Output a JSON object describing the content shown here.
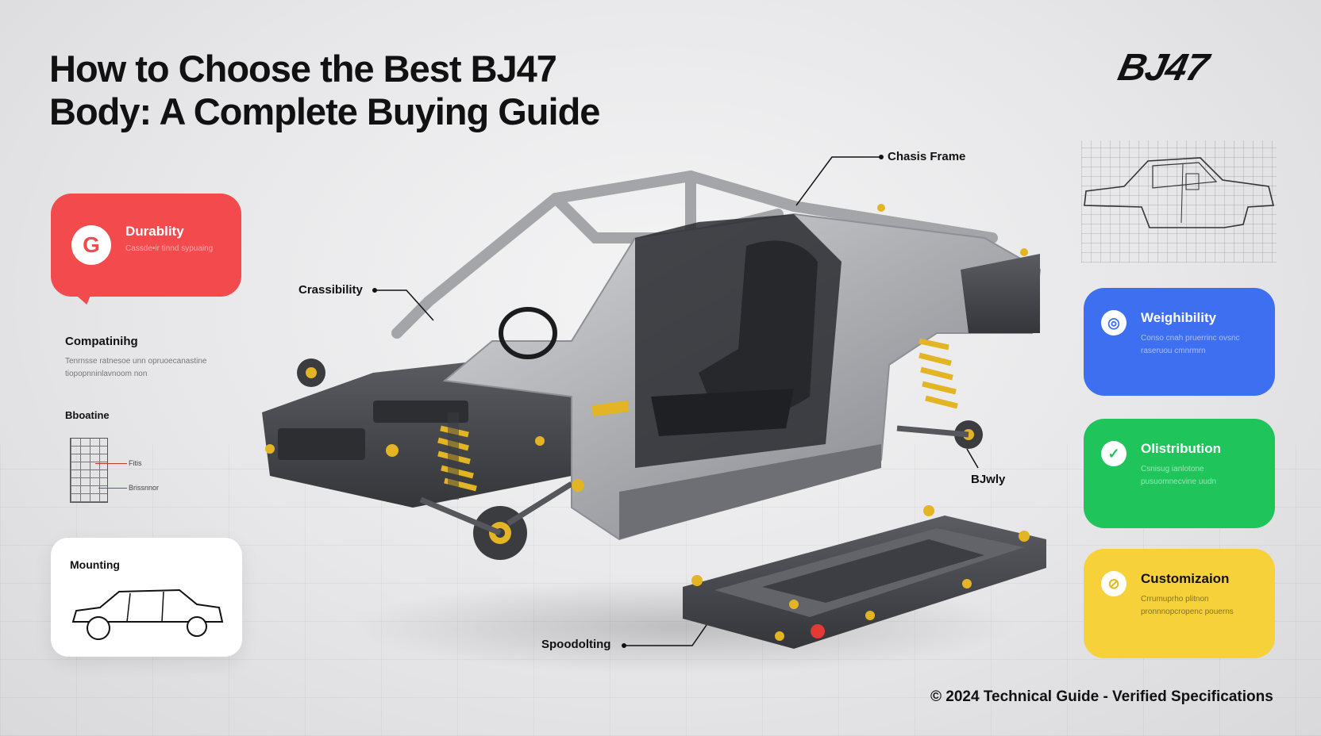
{
  "title": {
    "line1": "How to Choose the Best BJ47",
    "line2": "Body: A Complete Buying Guide"
  },
  "brand": "BJ47",
  "cards": {
    "durability": {
      "icon": "g-logo-icon",
      "letter": "G",
      "label": "Durablity",
      "desc": "Cassde•ir tinnd sypuaing",
      "color": "#f24a4d"
    },
    "weight": {
      "icon": "circle-ring-icon",
      "label": "Weighibility",
      "desc": "Conso cnah pruerrinc ovsnc raseruou cmnrmrn",
      "color": "#3d6ff0"
    },
    "distribution": {
      "icon": "checkmark-icon",
      "label": "Olistribution",
      "desc": "Csnisug ianlotone pusuomnecvine uudn",
      "color": "#1fc55a"
    },
    "customization": {
      "icon": "slash-circle-icon",
      "label": "Customizaion",
      "desc": "Crrumuprho plitnon pronnnopcropenc pouerns",
      "color": "#f6d13a"
    }
  },
  "left_panel": {
    "compat_heading": "Compatinihg",
    "compat_text": "Tenrnsse ratnesoe unn opruoecanastine tiopopnninlavnoom non",
    "boating_heading": "Bboatine",
    "mini_label_1": "Fitis",
    "mini_label_2": "Brissnnor",
    "mounting_label": "Mounting"
  },
  "callouts": {
    "chassis_frame": "Chasis Frame",
    "crassibility": "Crassibility",
    "bjwly": "BJwly",
    "spoodolting": "Spoodolting"
  },
  "footer": "© 2024 Technical Guide - Verified Specifications",
  "colors": {
    "accent_yellow": "#e3b423",
    "frame_gray": "#9a9ca0",
    "dark": "#3b3d42"
  }
}
